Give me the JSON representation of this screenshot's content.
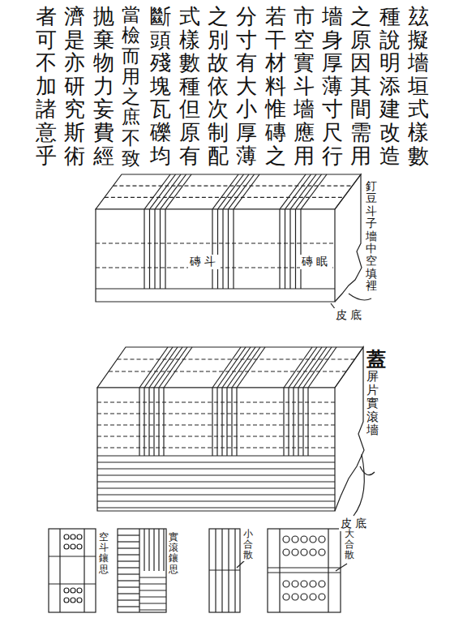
{
  "diagram": {
    "labels": [
      "玆擬墻垣式樣數種說明添建改造之原因其間需用墻身厚薄寸尺行市空實斗墻應用若干材料惟磚之分寸有大小厚薄之別故依次制配式樣數種但原有斷頭殘塊瓦礫均當檢而用之庶不致抛棄物力妄費經濟是亦研究斯術者可不加諸意乎",
      "斗磚",
      "眠磚",
      "釘豆斗子墻中空填裡",
      "底皮",
      "蓋屏片實滾墻",
      "底皮",
      "空斗鑲思",
      "實滾鑲思",
      "小合散",
      "大合散"
    ]
  }
}
